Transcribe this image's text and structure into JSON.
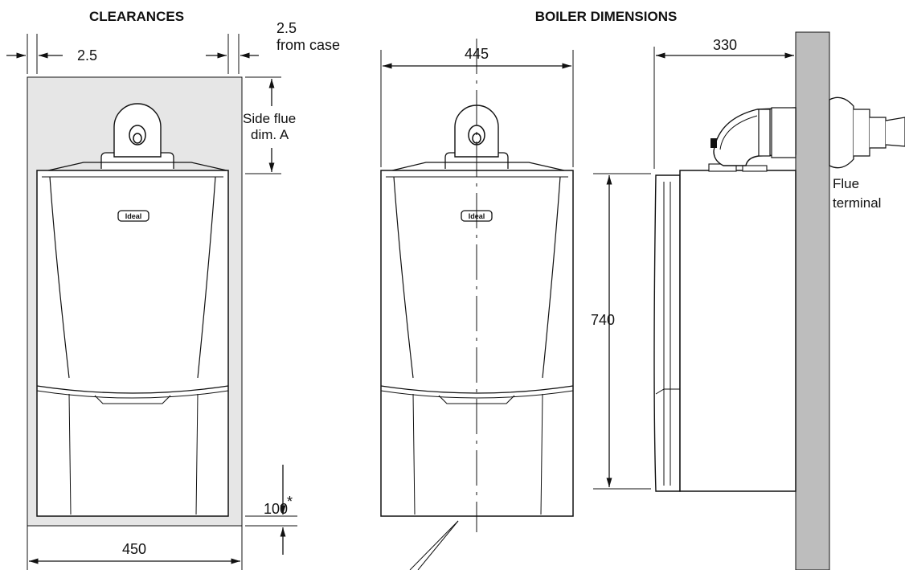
{
  "headings": {
    "clearances": "CLEARANCES",
    "boiler_dimensions": "BOILER DIMENSIONS"
  },
  "clearances": {
    "side_left": "2.5",
    "side_right_value": "2.5",
    "side_right_note": "from case",
    "side_flue_line1": "Side flue",
    "side_flue_line2": "dim. A",
    "bottom": "100",
    "bottom_mark": "*",
    "width": "450"
  },
  "dimensions": {
    "width": "445",
    "depth": "330",
    "height": "740"
  },
  "labels": {
    "flue_terminal_line1": "Flue",
    "flue_terminal_line2": "terminal",
    "brand": "Ideal"
  },
  "colors": {
    "clearance_zone": "#e6e6e6",
    "wall": "#bdbdbd",
    "line": "#111111"
  }
}
